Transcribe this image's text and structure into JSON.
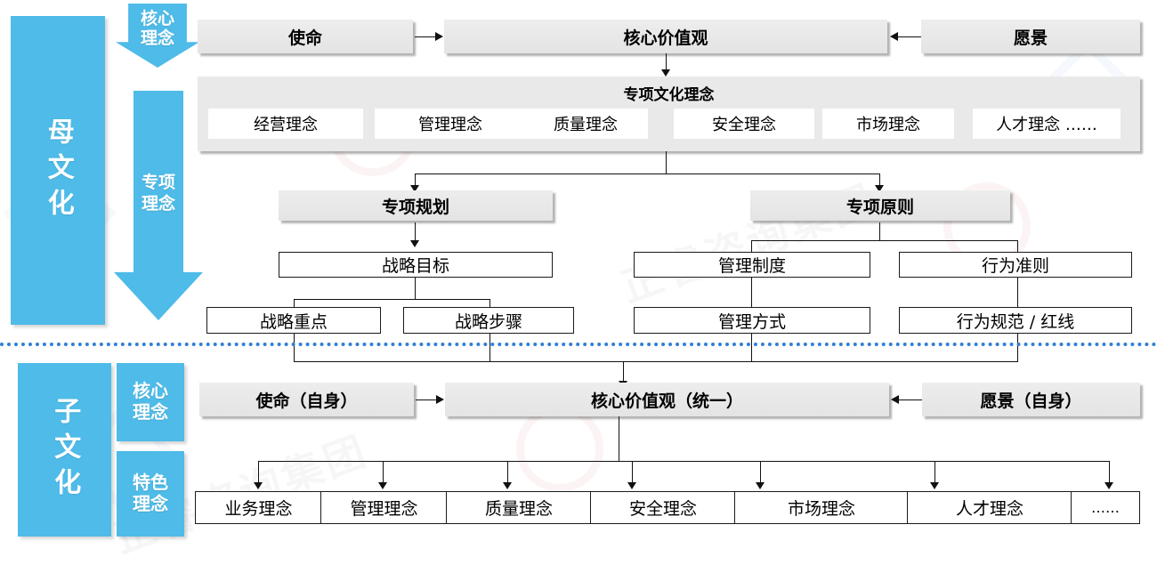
{
  "meta": {
    "title": "企业母子文化体系架构图",
    "accent_blue": "#4ebbe8",
    "divider_color": "#2f7fd6",
    "box_grey": "#e9e9e9",
    "line_color": "#111111"
  },
  "parent_culture": {
    "label": "母文化",
    "arrows": [
      {
        "name": "core-concept-arrow",
        "label_line1": "核心",
        "label_line2": "理念"
      },
      {
        "name": "special-concept-arrow",
        "label_line1": "专项",
        "label_line2": "理念"
      }
    ],
    "top_row": [
      {
        "name": "mission",
        "label": "使命"
      },
      {
        "name": "core-values",
        "label": "核心价值观"
      },
      {
        "name": "vision",
        "label": "愿景"
      }
    ],
    "special_culture_panel": {
      "title": "专项文化理念",
      "items": [
        "经营理念",
        "管理理念",
        "质量理念",
        "安全理念",
        "市场理念",
        "人才理念  ……"
      ]
    },
    "branches": [
      {
        "name": "special-plan",
        "header": "专项规划",
        "children": [
          {
            "label": "战略目标",
            "children": [
              "战略重点",
              "战略步骤"
            ]
          }
        ]
      },
      {
        "name": "special-principle",
        "header": "专项原则",
        "children": [
          {
            "label": "管理制度",
            "children": [
              "管理方式"
            ]
          },
          {
            "label": "行为准则",
            "children": [
              "行为规范 / 红线"
            ]
          }
        ]
      }
    ]
  },
  "child_culture": {
    "label": "子文化",
    "tags": [
      {
        "name": "core-concept-tag",
        "label_line1": "核心",
        "label_line2": "理念"
      },
      {
        "name": "feature-concept-tag",
        "label_line1": "特色",
        "label_line2": "理念"
      }
    ],
    "top_row": [
      {
        "name": "mission-own",
        "label": "使命（自身）"
      },
      {
        "name": "core-values-unified",
        "label": "核心价值观（统一）"
      },
      {
        "name": "vision-own",
        "label": "愿景（自身）"
      }
    ],
    "concepts": [
      "业务理念",
      "管理理念",
      "质量理念",
      "安全理念",
      "市场理念",
      "人才理念",
      "……"
    ]
  }
}
